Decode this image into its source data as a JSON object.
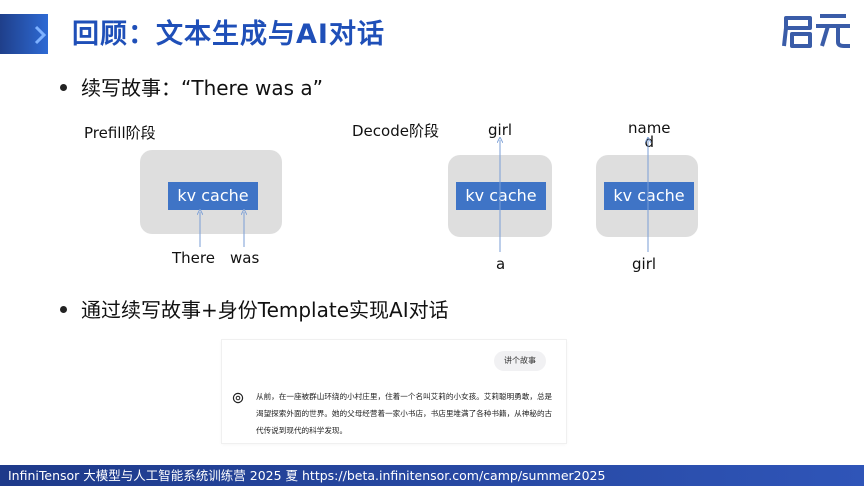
{
  "header": {
    "title": "回顾：文本生成与AI对话",
    "logo_text": "启元",
    "accent_color": "#1f4fb8"
  },
  "bullets": [
    {
      "text": "续写故事：“There was a”"
    },
    {
      "text": "通过续写故事+身份Template实现AI对话"
    }
  ],
  "prefill": {
    "label": "Prefill阶段",
    "box_label": "kv cache",
    "inputs": [
      "There",
      "was"
    ]
  },
  "decode": {
    "label": "Decode阶段",
    "steps": [
      {
        "box_label": "kv cache",
        "input": "a",
        "output": "girl"
      },
      {
        "box_label": "kv cache",
        "input": "girl",
        "output": "name\nd"
      }
    ]
  },
  "chat": {
    "user_message": "讲个故事",
    "assistant_icon": "openai-logo-icon",
    "assistant_message": "从前，在一座被群山环绕的小村庄里，住着一个名叫艾莉的小女孩。艾莉聪明勇敢，总是渴望探索外面的世界。她的父母经营着一家小书店，书店里堆满了各种书籍，从神秘的古代传说到现代的科学发现。"
  },
  "footer": {
    "text": "InfiniTensor 大模型与人工智能系统训练营 2025 夏    https://beta.infinitensor.com/camp/summer2025"
  }
}
